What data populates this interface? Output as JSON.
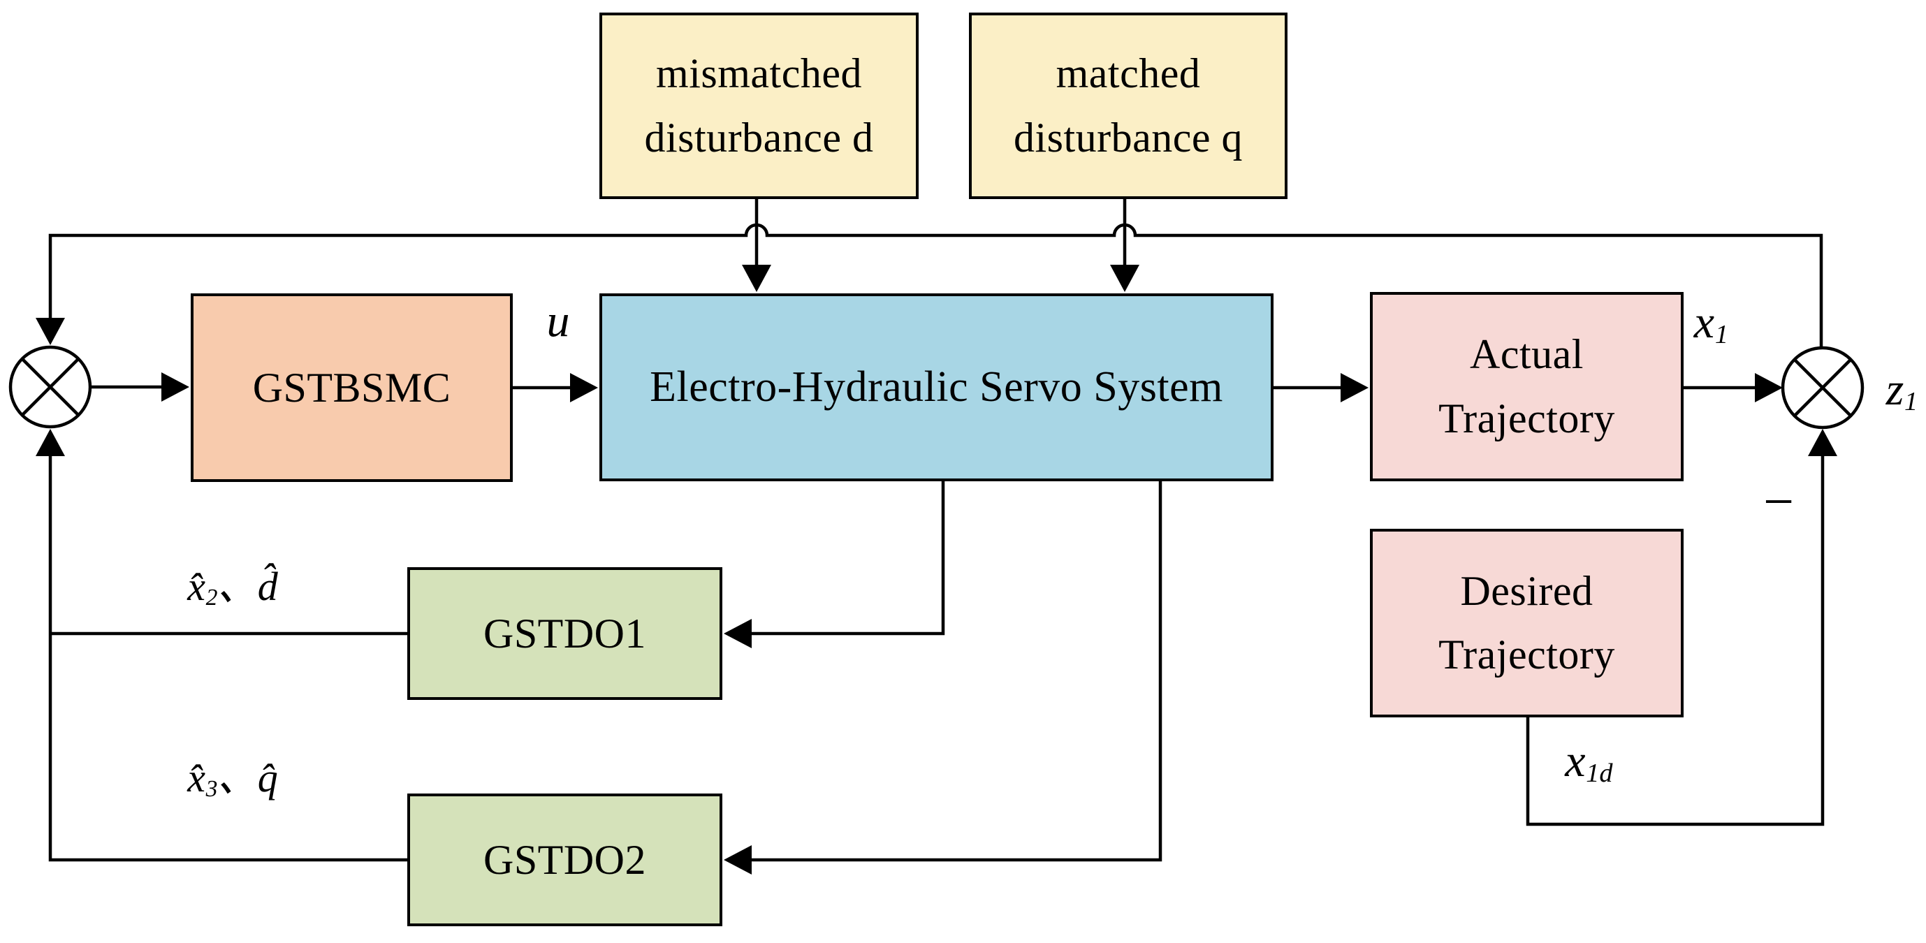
{
  "diagram": {
    "background": "#FFFFFF",
    "line_color": "#000000",
    "blocks": {
      "mismatched_disturbance": {
        "lines": [
          "mismatched",
          "disturbance d"
        ],
        "fill": "#FBEFC6"
      },
      "matched_disturbance": {
        "lines": [
          "matched",
          "disturbance q"
        ],
        "fill": "#FBEFC6"
      },
      "controller": {
        "label": "GSTBSMC",
        "fill": "#F8CBAD"
      },
      "plant": {
        "label": "Electro-Hydraulic Servo System",
        "fill": "#A8D6E5"
      },
      "actual_trajectory": {
        "lines": [
          "Actual",
          "Trajectory"
        ],
        "fill": "#F7D9D6"
      },
      "desired_trajectory": {
        "lines": [
          "Desired",
          "Trajectory"
        ],
        "fill": "#F7D9D6"
      },
      "observer1": {
        "label": "GSTDO1",
        "fill": "#D5E2BA"
      },
      "observer2": {
        "label": "GSTDO2",
        "fill": "#D5E2BA"
      }
    },
    "signals": {
      "u": {
        "base": "u"
      },
      "x1": {
        "base": "x",
        "sub": "1"
      },
      "z1": {
        "base": "z",
        "sub": "1"
      },
      "x1d": {
        "base": "x",
        "sub": "1d"
      },
      "observer1_outputs": {
        "base": "x̂",
        "sub": "2",
        "rest": "、d̂"
      },
      "observer2_outputs": {
        "base": "x̂",
        "sub": "3",
        "rest": "、q̂"
      },
      "minus": "−"
    }
  }
}
